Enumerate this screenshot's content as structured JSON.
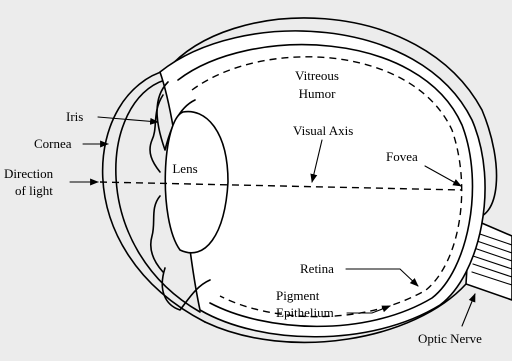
{
  "colors": {
    "background": "#ececec",
    "ink": "#000000",
    "fill": "#ffffff"
  },
  "labels": {
    "vitreous_line1": "Vitreous",
    "vitreous_line2": "Humor",
    "iris": "Iris",
    "cornea": "Cornea",
    "direction_line1": "Direction",
    "direction_line2": "of light",
    "lens": "Lens",
    "visual_axis": "Visual Axis",
    "fovea": "Fovea",
    "retina": "Retina",
    "pigment_line1": "Pigment",
    "pigment_line2": "Epithelium",
    "optic_nerve": "Optic Nerve"
  }
}
